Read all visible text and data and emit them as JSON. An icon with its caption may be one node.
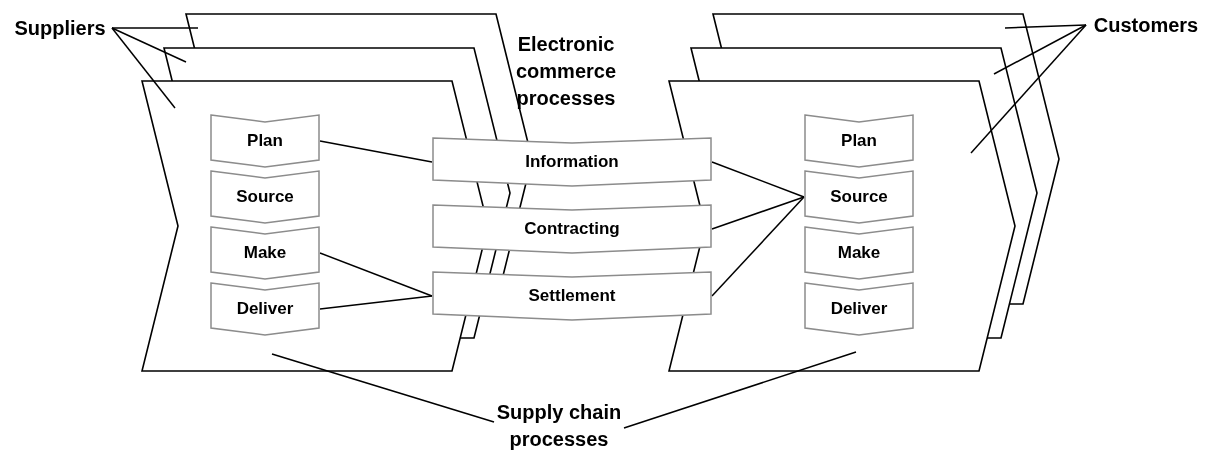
{
  "diagram": {
    "nodes": [
      {
        "text": [
          "Suppliers"
        ]
      },
      {
        "text": [
          "Plan"
        ]
      },
      {
        "text": [
          "Source"
        ]
      },
      {
        "text": [
          "Make"
        ]
      },
      {
        "text": [
          "Deliver"
        ]
      },
      {
        "text": [
          "Information"
        ]
      },
      {
        "text": [
          "Contracting"
        ]
      },
      {
        "text": [
          "Settlement"
        ]
      },
      {
        "text": [
          "Customers"
        ]
      },
      {
        "text": [
          "Plan"
        ]
      },
      {
        "text": [
          "Source"
        ]
      },
      {
        "text": [
          "Make"
        ]
      },
      {
        "text": [
          "Deliver"
        ]
      },
      {
        "text": [
          "Supply chain processes"
        ]
      }
    ],
    "edges": [
      {
        "from": 0,
        "to": null,
        "arrow": "none"
      },
      {
        "from": 0,
        "to": null,
        "arrow": "none"
      },
      {
        "from": 0,
        "to": null,
        "arrow": "none"
      },
      {
        "from": 1,
        "to": 5,
        "arrow": "none"
      },
      {
        "from": 3,
        "to": 7,
        "arrow": "none"
      },
      {
        "from": 4,
        "to": 7,
        "arrow": "none"
      },
      {
        "from": 5,
        "to": 10,
        "arrow": "none"
      },
      {
        "from": 6,
        "to": 10,
        "arrow": "none"
      },
      {
        "from": 7,
        "to": 10,
        "arrow": "none"
      },
      {
        "from": 8,
        "to": null,
        "arrow": "none"
      },
      {
        "from": 8,
        "to": null,
        "arrow": "none"
      },
      {
        "from": 8,
        "to": null,
        "arrow": "none"
      },
      {
        "from": 13,
        "to": null,
        "arrow": "none"
      },
      {
        "from": 13,
        "to": null,
        "arrow": "none"
      }
    ],
    "labels": [
      "Electronic commerce processes"
    ]
  }
}
